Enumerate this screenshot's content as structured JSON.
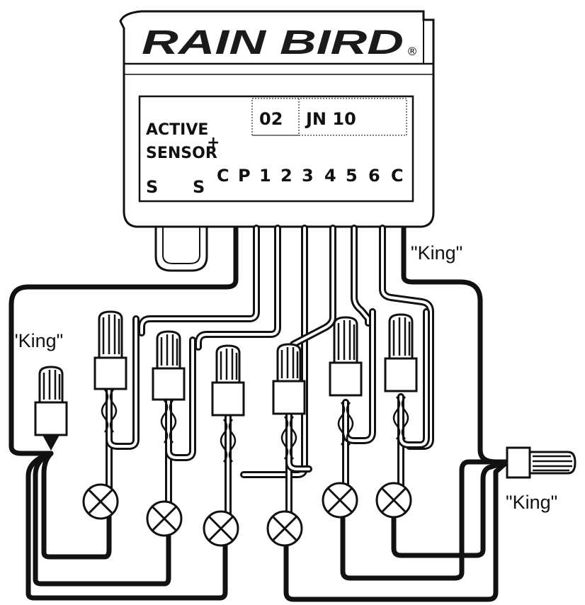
{
  "brand": {
    "logo_text": "RAIN BIRD",
    "registered_mark": "®"
  },
  "panel": {
    "active_label": "ACTIVE",
    "sensor_label": "SENSOR",
    "plus_sign": "+",
    "model_code": "02",
    "date_code": "JN 10",
    "terminals": [
      "S",
      "S",
      "C",
      "P",
      "1",
      "2",
      "3",
      "4",
      "5",
      "6",
      "C"
    ]
  },
  "connector_labels": {
    "king_top": "\"King\"",
    "king_left": "\"King\"",
    "king_right": "\"King\""
  },
  "icons": {
    "valve": "valve-solenoid-icon",
    "connector": "wire-nut-connector-icon"
  },
  "colors": {
    "ink": "#111111",
    "paper": "#ffffff",
    "panel_fill": "#ffffff"
  }
}
